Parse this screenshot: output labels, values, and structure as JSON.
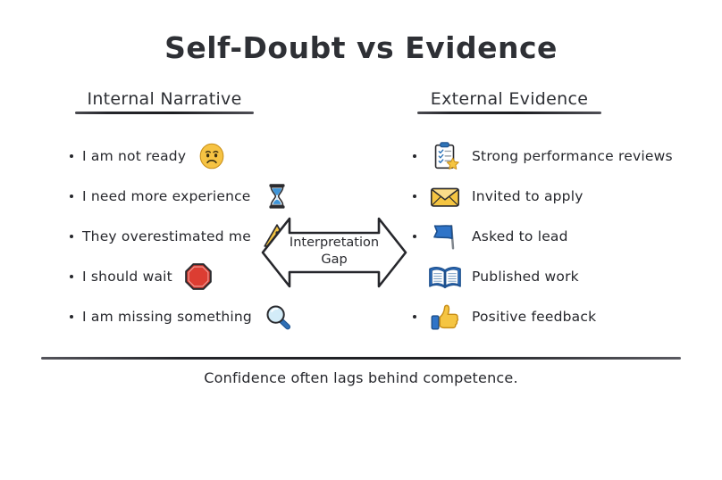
{
  "page": {
    "title": "Self-Doubt vs Evidence",
    "background_color": "#ffffff",
    "ink_color": "#26272c"
  },
  "left_column": {
    "heading": "Internal Narrative",
    "items": [
      {
        "text": "I am not ready",
        "icon": "worried-face-icon",
        "icon_position": "after"
      },
      {
        "text": "I need more experience",
        "icon": "hourglass-icon",
        "icon_position": "after"
      },
      {
        "text": "They overestimated me",
        "icon": "warning-triangle-icon",
        "icon_position": "after"
      },
      {
        "text": "I should wait",
        "icon": "stop-sign-icon",
        "icon_position": "after"
      },
      {
        "text": "I am missing something",
        "icon": "magnifying-glass-icon",
        "icon_position": "after"
      }
    ]
  },
  "right_column": {
    "heading": "External Evidence",
    "items": [
      {
        "text": "Strong performance reviews",
        "icon": "clipboard-star-icon",
        "icon_position": "before"
      },
      {
        "text": "Invited to apply",
        "icon": "envelope-icon",
        "icon_position": "before"
      },
      {
        "text": "Asked to lead",
        "icon": "blue-flag-icon",
        "icon_position": "before"
      },
      {
        "text": "Published work",
        "icon": "open-book-icon",
        "icon_position": "before"
      },
      {
        "text": "Positive feedback",
        "icon": "thumbs-up-icon",
        "icon_position": "before"
      }
    ]
  },
  "center_arrow": {
    "label_line1": "Interpretation",
    "label_line2": "Gap",
    "style": "double-headed-arrow"
  },
  "footer": {
    "caption": "Confidence often lags behind competence."
  },
  "colors": {
    "emoji_yellow": "#f7c948",
    "emoji_gold": "#f0a500",
    "flag_blue": "#2a74c4",
    "book_blue": "#1f5fa9",
    "stop_red": "#d8352a",
    "ink": "#26272c"
  }
}
